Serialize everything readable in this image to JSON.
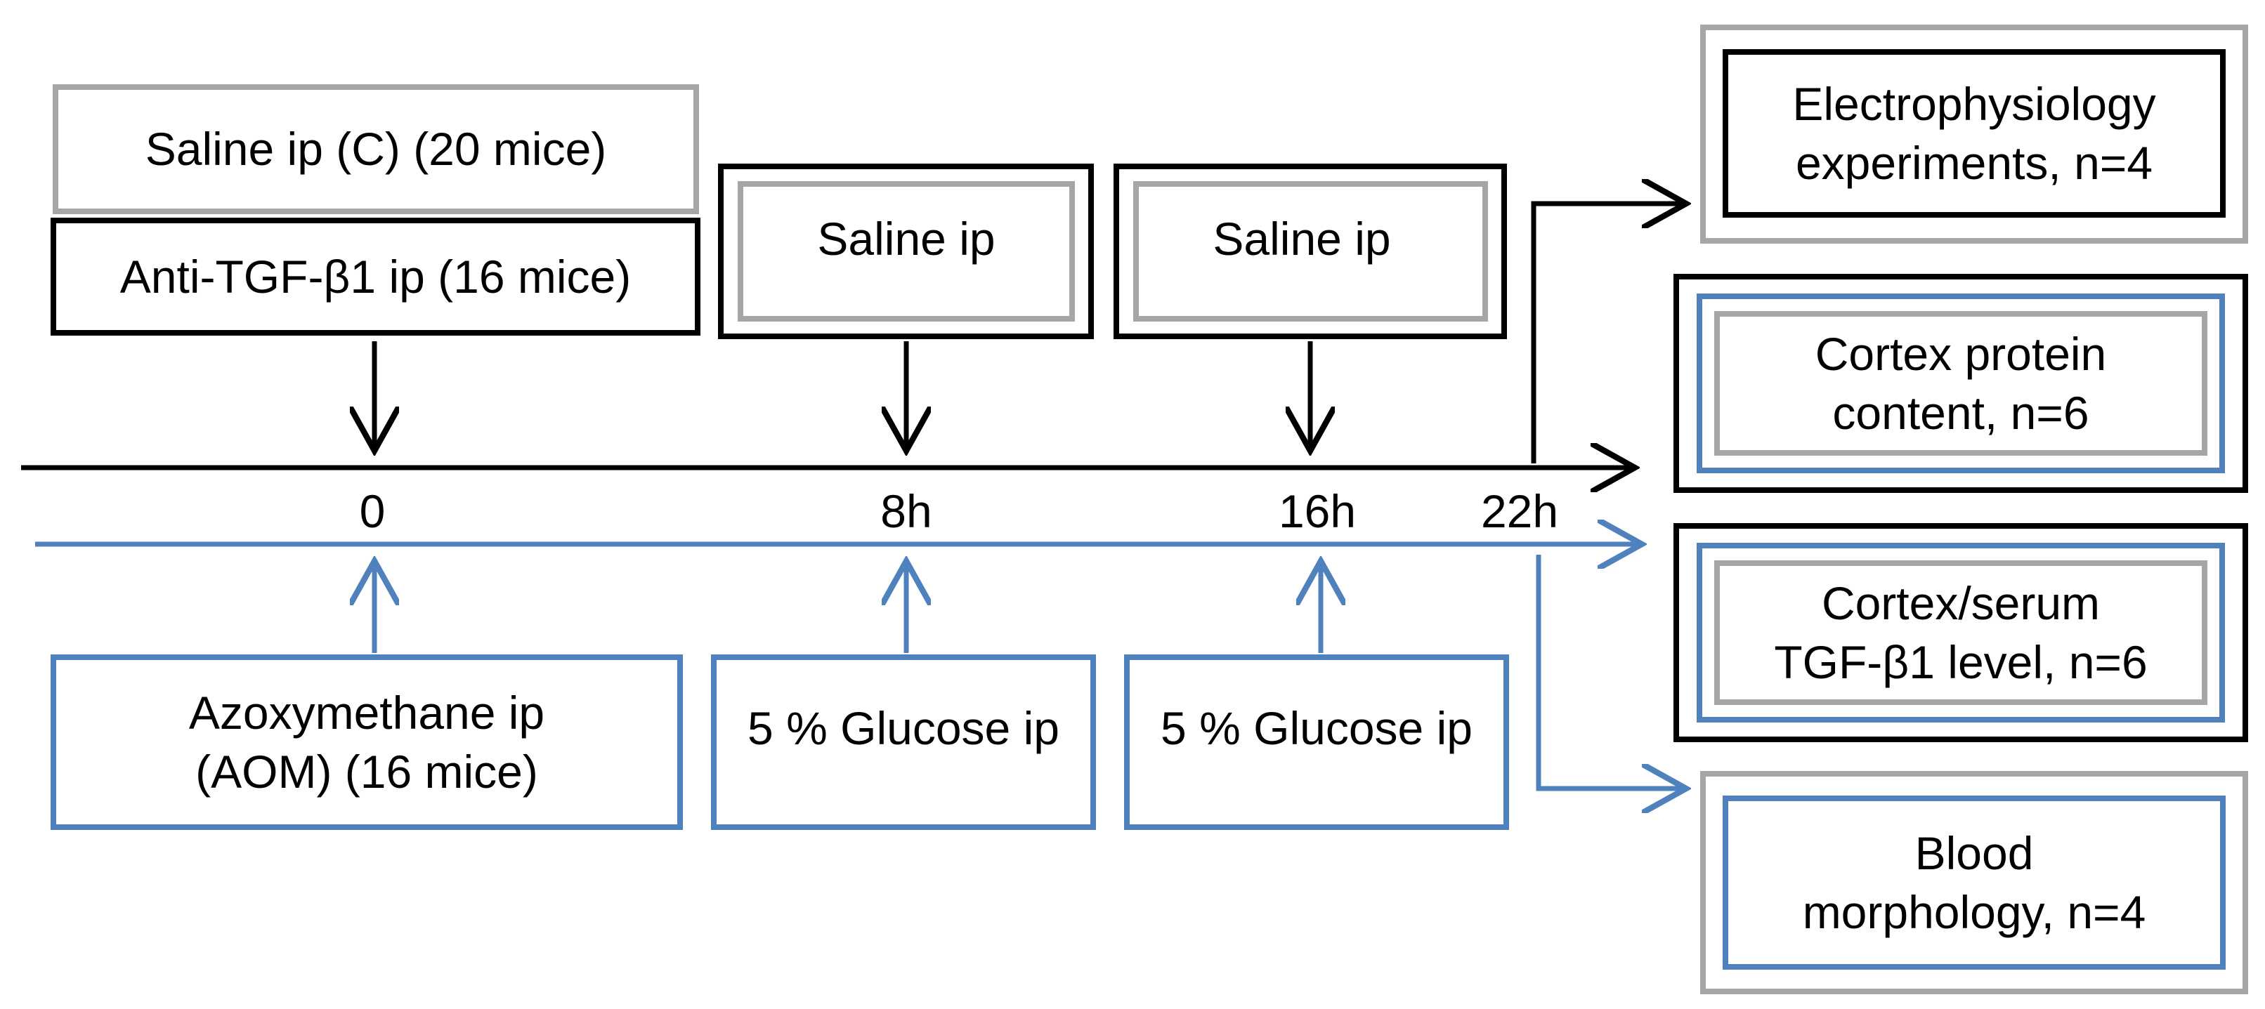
{
  "top_boxes": {
    "saline_c": "Saline ip (C) (20 mice)",
    "anti_tgf": "Anti-TGF-β1 ip (16 mice)",
    "saline_8h": "Saline ip",
    "saline_16h": "Saline ip"
  },
  "bottom_boxes": {
    "aom": "Azoxymethane ip\n(AOM) (16 mice)",
    "glucose_8h": "5 % Glucose ip",
    "glucose_16h": "5 % Glucose ip"
  },
  "timeline": {
    "ticks": [
      "0",
      "8h",
      "16h",
      "22h"
    ]
  },
  "outcomes": {
    "electrophysiology": "Electrophysiology\nexperiments, n=4",
    "cortex_protein": "Cortex  protein\ncontent, n=6",
    "tgf_level": "Cortex/serum\nTGF-β1 level, n=6",
    "blood": "Blood\nmorphology, n=4"
  },
  "colors": {
    "black_group": "#000000",
    "gray_group": "#a6a6a6",
    "blue_group": "#4f81bd"
  }
}
